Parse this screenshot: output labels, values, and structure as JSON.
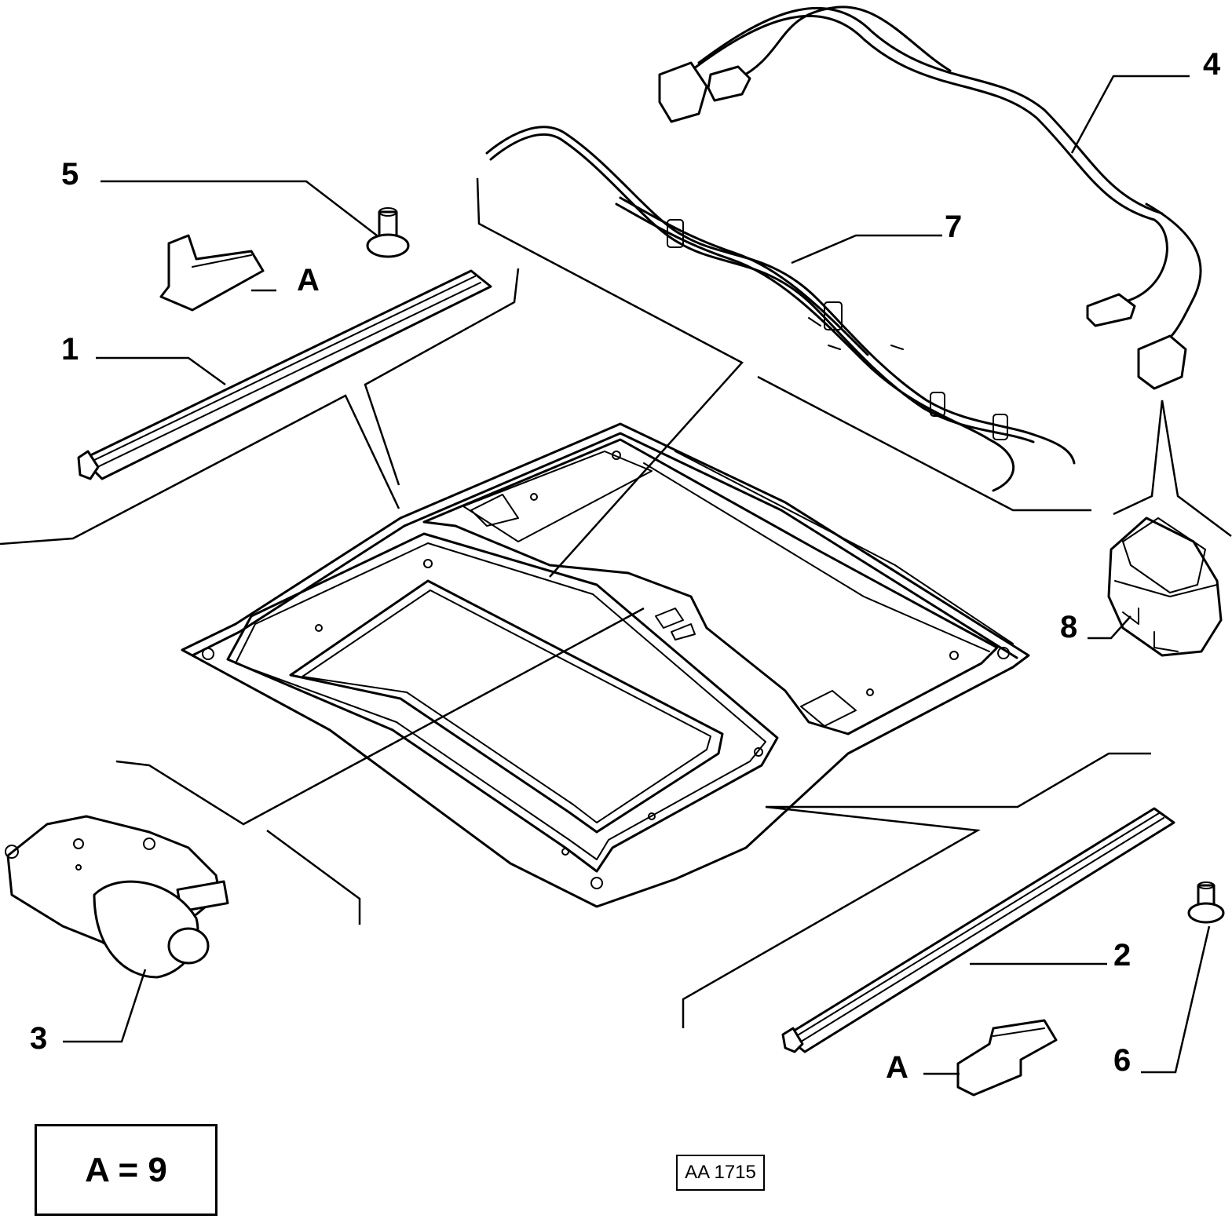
{
  "callouts": {
    "c1": "1",
    "c2": "2",
    "c3": "3",
    "c4": "4",
    "c5": "5",
    "c6": "6",
    "c7": "7",
    "c8": "8",
    "a_upper": "A",
    "a_lower": "A"
  },
  "legend": "A = 9",
  "reference_code": "AA 1715"
}
